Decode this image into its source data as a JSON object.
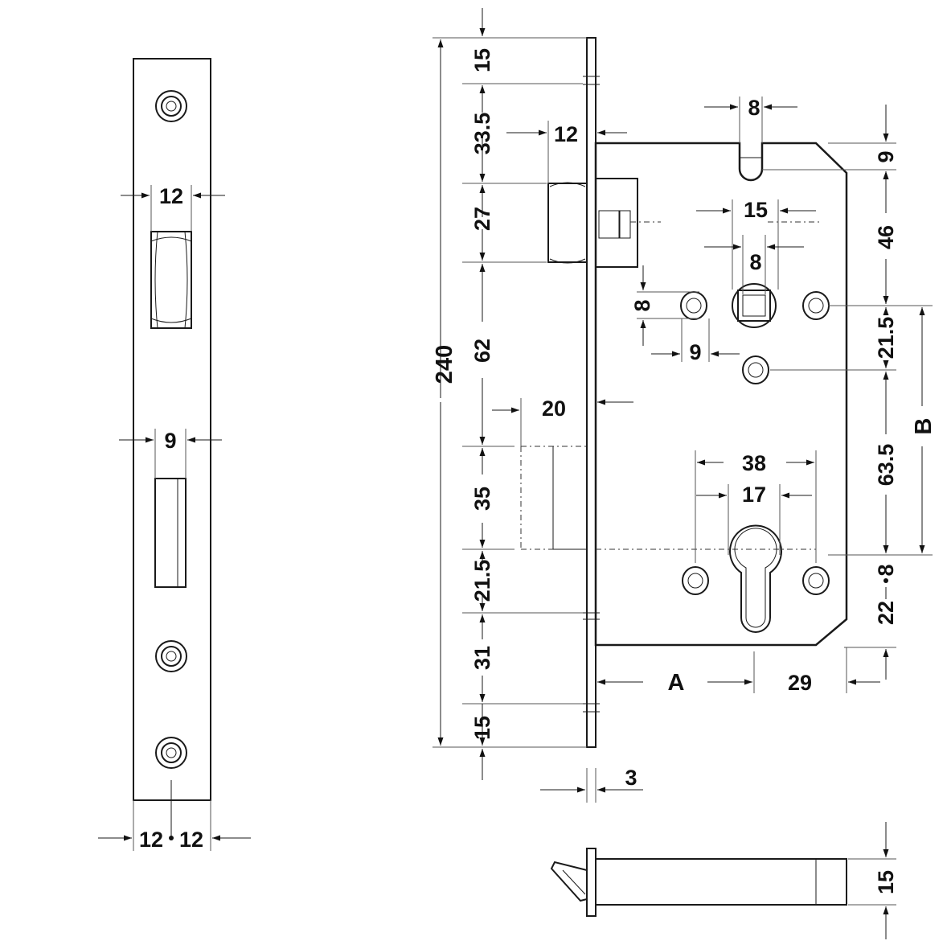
{
  "faceplate": {
    "width_left": "12",
    "width_right": "12",
    "latch_slot_width": "12",
    "bolt_slot_width": "9"
  },
  "left_height_dims": [
    "15",
    "33.5",
    "27",
    "62",
    "35",
    "21.5",
    "31",
    "15"
  ],
  "overall_height": "240",
  "bolt_projection": "12",
  "deadbolt_projection": "20",
  "plate_thickness": "3",
  "spindle": {
    "top_slot_width": "8",
    "outer_width": "15",
    "square_width": "8",
    "hole_diameter": "8",
    "hole_offset": "9"
  },
  "cylinder": {
    "outer_spacing": "38",
    "profile_width": "17"
  },
  "right_dims": [
    "9",
    "46",
    "21.5",
    "63.5",
    "8",
    "22"
  ],
  "centre_distance_label": "B",
  "backset_label": "A",
  "body_offset": "29",
  "bolt_thickness": "15"
}
